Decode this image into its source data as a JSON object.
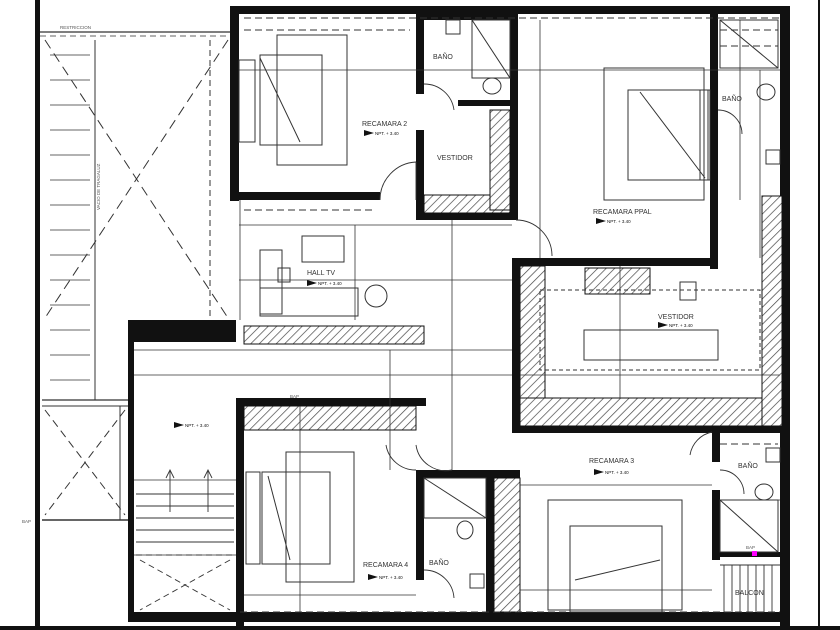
{
  "plan": {
    "rooms": {
      "recamara_2": "RECAMARA 2",
      "recamara_ppal": "RECAMARA PPAL",
      "recamara_3": "RECAMARA 3",
      "recamara_4": "RECAMARA 4",
      "hall_tv": "HALL TV",
      "vestidor_1": "VESTIDOR",
      "vestidor_2": "VESTIDOR",
      "bano_1": "BAÑO",
      "bano_2": "BAÑO",
      "bano_3": "BAÑO",
      "bano_4": "BAÑO",
      "balcon": "BALCON"
    },
    "annotations": {
      "restriccion": "RESTRICCION",
      "vacio": "VACIO DE TRAGALUZ",
      "bap_1": "BAP",
      "bap_2": "BAP",
      "bap_3": "BAP"
    },
    "levels": {
      "lvl_rec2": "NPT. + 3.40",
      "lvl_hall": "NPT. + 3.40",
      "lvl_ppal": "NPT. + 3.40",
      "lvl_vest": "NPT. + 3.40",
      "lvl_left": "NPT. + 3.40",
      "lvl_rec3": "NPT. + 3.40",
      "lvl_rec4": "NPT. + 3.40"
    },
    "colors": {
      "wall": "#111111",
      "line": "#333333",
      "hatch": "#444444",
      "marker": "#ff00ff"
    }
  }
}
